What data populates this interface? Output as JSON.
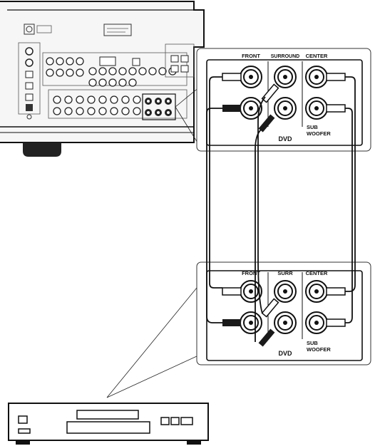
{
  "top_panel": {
    "front": "FRONT",
    "surround": "SURROUND",
    "center": "CENTER",
    "sub_line1": "SUB",
    "sub_line2": "WOOFER",
    "source": "DVD"
  },
  "bottom_panel": {
    "front": "FRONT",
    "surround": "SURR",
    "center": "CENTER",
    "sub_line1": "SUB",
    "sub_line2": "WOOFER",
    "source": "DVD"
  },
  "colors": {
    "line": "#111111",
    "panel_fill": "#ffffff",
    "receiver_fill": "#f4f4f4",
    "plug_dark": "#1a1a1a",
    "plug_light": "#ffffff"
  },
  "icons": [
    "av-receiver-rear-panel",
    "rca-jack",
    "rca-plug",
    "dvd-player"
  ]
}
